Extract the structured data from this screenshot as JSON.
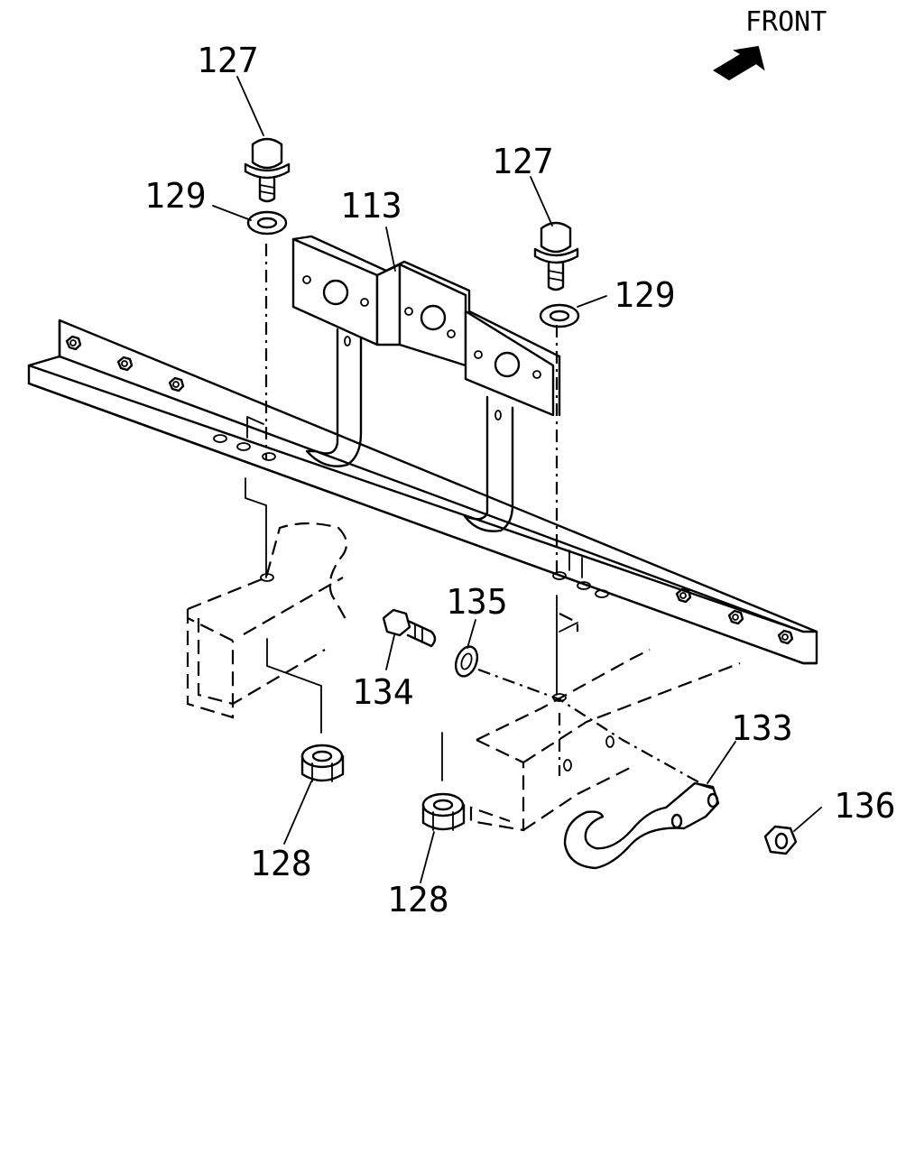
{
  "front_label": "FRONT",
  "callouts": {
    "c127a": "127",
    "c127b": "127",
    "c129a": "129",
    "c129b": "129",
    "c113": "113",
    "c135": "135",
    "c134": "134",
    "c133": "133",
    "c136": "136",
    "c128a": "128",
    "c128b": "128"
  }
}
